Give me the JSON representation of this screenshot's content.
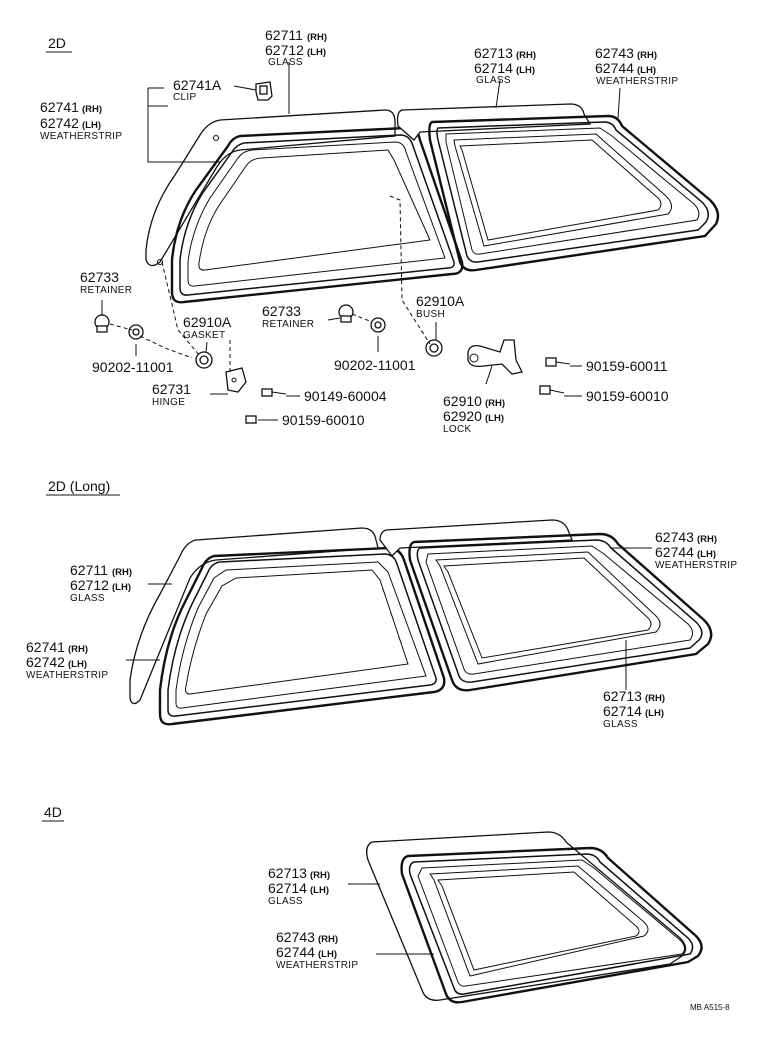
{
  "sections": {
    "s1": "2D",
    "s2": "2D (Long)",
    "s3": "4D"
  },
  "labels": {
    "a_pn1": "62711",
    "a_sx1": "(RH)",
    "a_pn2": "62712",
    "a_sx2": "(LH)",
    "a_nm": "GLASS",
    "b_pn1": "62713",
    "b_sx1": "(RH)",
    "b_pn2": "62714",
    "b_sx2": "(LH)",
    "b_nm": "GLASS",
    "c_pn1": "62743",
    "c_sx1": "(RH)",
    "c_pn2": "62744",
    "c_sx2": "(LH)",
    "c_nm": "WEATHERSTRIP",
    "d_pn": "62741A",
    "d_nm": "CLIP",
    "e_pn1": "62741",
    "e_sx1": "(RH)",
    "e_pn2": "62742",
    "e_sx2": "(LH)",
    "e_nm": "WEATHERSTRIP",
    "f_pn": "62733",
    "f_nm": "RETAINER",
    "g_pn": "62910A",
    "g_nm": "GASKET",
    "h_pn": "62733",
    "h_nm": "RETAINER",
    "i_pn": "62910A",
    "i_nm": "BUSH",
    "j_pn": "90202-11001",
    "k_pn": "90202-11001",
    "l_pn": "62731",
    "l_nm": "HINGE",
    "m_pn": "90149-60004",
    "n_pn": "90159-60010",
    "o_pn1": "62910",
    "o_sx1": "(RH)",
    "o_pn2": "62920",
    "o_sx2": "(LH)",
    "o_nm": "LOCK",
    "p_pn": "90159-60011",
    "q_pn": "90159-60010",
    "r_pn1": "62711",
    "r_sx1": "(RH)",
    "r_pn2": "62712",
    "r_sx2": "(LH)",
    "r_nm": "GLASS",
    "s_pn1": "62741",
    "s_sx1": "(RH)",
    "s_pn2": "62742",
    "s_sx2": "(LH)",
    "s_nm": "WEATHERSTRIP",
    "t_pn1": "62743",
    "t_sx1": "(RH)",
    "t_pn2": "62744",
    "t_sx2": "(LH)",
    "t_nm": "WEATHERSTRIP",
    "u_pn1": "62713",
    "u_sx1": "(RH)",
    "u_pn2": "62714",
    "u_sx2": "(LH)",
    "u_nm": "GLASS",
    "v_pn1": "62713",
    "v_sx1": "(RH)",
    "v_pn2": "62714",
    "v_sx2": "(LH)",
    "v_nm": "GLASS",
    "w_pn1": "62743",
    "w_sx1": "(RH)",
    "w_pn2": "62744",
    "w_sx2": "(LH)",
    "w_nm": "WEATHERSTRIP"
  },
  "ref_code": "MB A515-8"
}
